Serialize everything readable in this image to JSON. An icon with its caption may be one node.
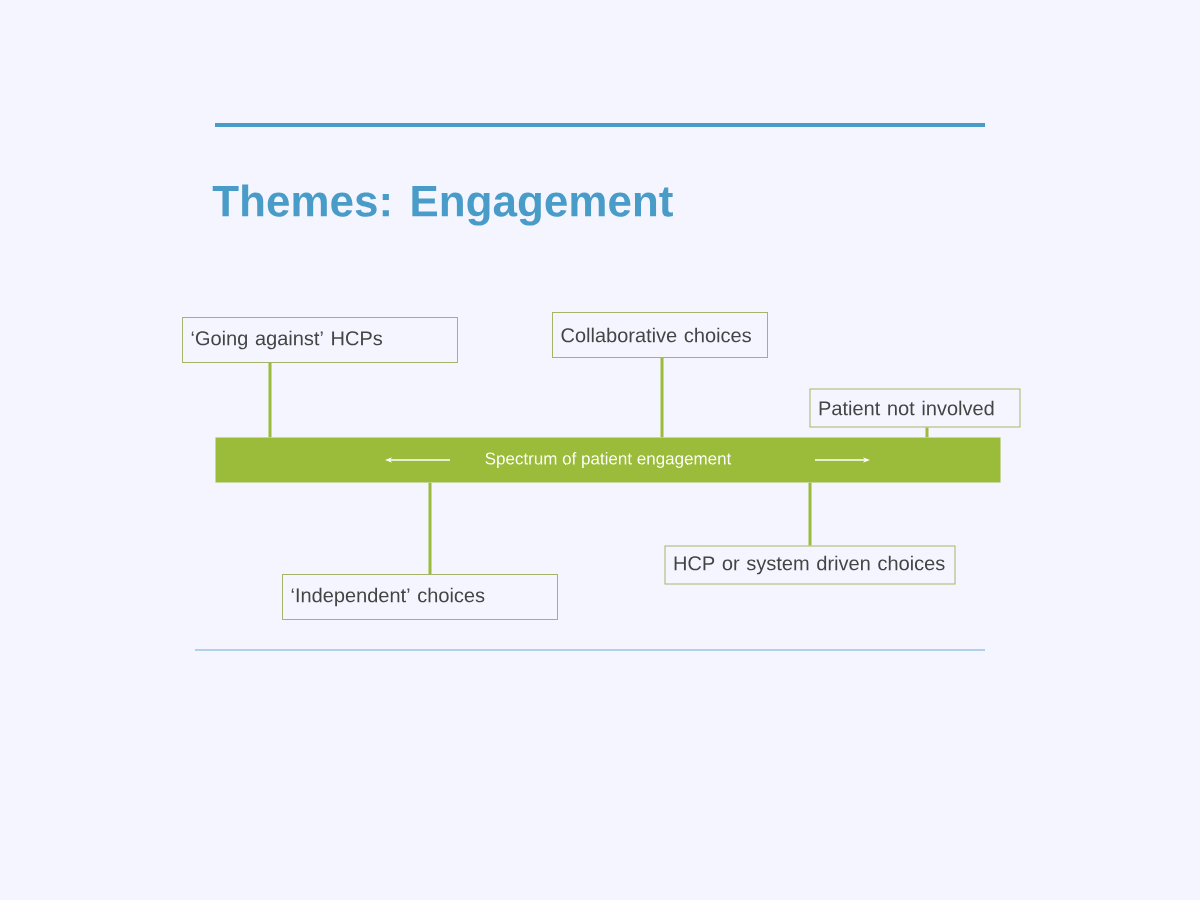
{
  "diagram": {
    "title": "Themes: Engagement",
    "nodes": [
      {
        "text": [
          "‘Going against’ HCPs"
        ]
      },
      {
        "text": [
          "Collaborative choices"
        ]
      },
      {
        "text": [
          "Patient not involved"
        ]
      },
      {
        "text": [
          "Spectrum of patient engagement"
        ]
      },
      {
        "text": [
          "HCP or system driven choices"
        ]
      },
      {
        "text": [
          "‘Independent’ choices"
        ]
      }
    ],
    "edges": [
      {
        "from": 0,
        "to": 3,
        "arrow": "none"
      },
      {
        "from": 1,
        "to": 3,
        "arrow": "none"
      },
      {
        "from": 2,
        "to": 3,
        "arrow": "none"
      },
      {
        "from": 3,
        "to": 5,
        "arrow": "none"
      },
      {
        "from": 3,
        "to": 4,
        "arrow": "none"
      }
    ]
  }
}
